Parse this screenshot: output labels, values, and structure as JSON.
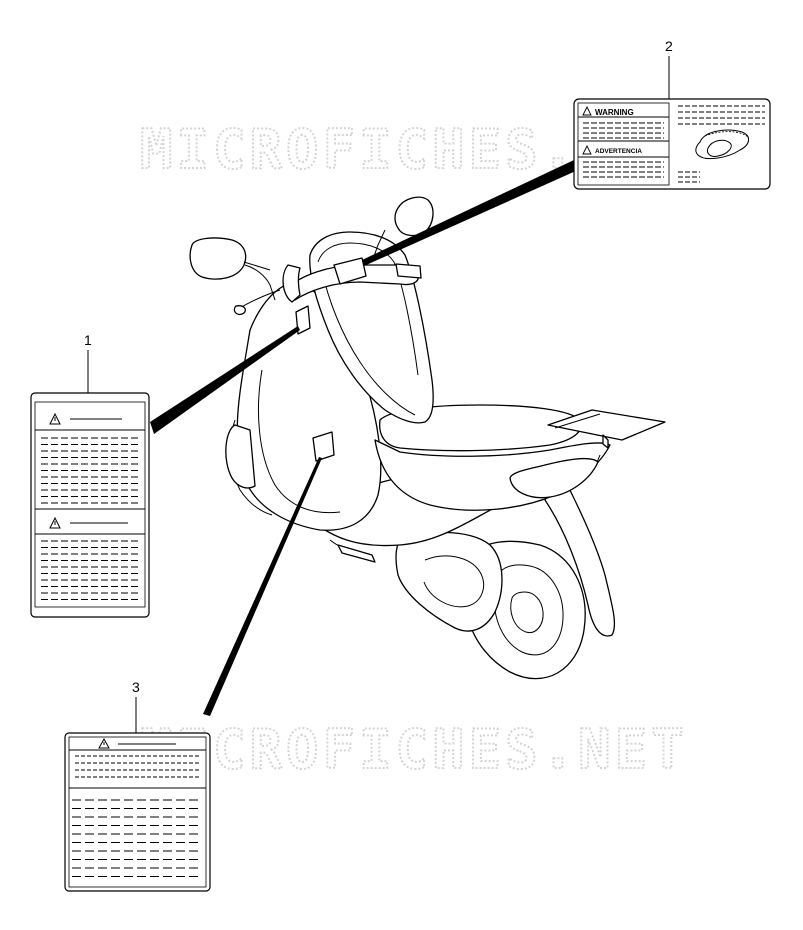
{
  "watermarks": [
    "MICROFICHES.NET",
    "MICROFICHES.NET"
  ],
  "callouts": [
    "1",
    "2",
    "3"
  ],
  "label2": {
    "warning_title": "WARNING",
    "advertencia_title": "ADVERTENCIA"
  },
  "warning_symbol": "warning-triangle-icon"
}
